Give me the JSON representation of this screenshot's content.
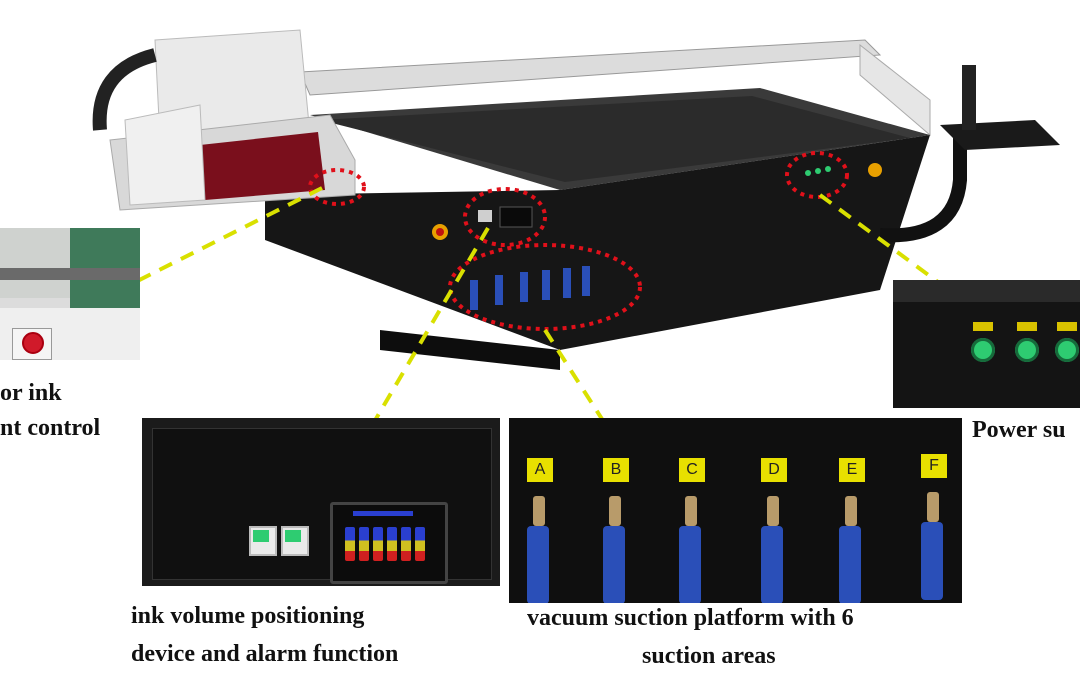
{
  "captions": {
    "left_line1": "or ink",
    "left_line2": "nt control",
    "power": "Power su",
    "ink_line1": "ink volume positioning",
    "ink_line2": "device and alarm function",
    "vacuum_line1": "vacuum suction platform with 6",
    "vacuum_line2": "suction areas"
  },
  "valves": [
    "A",
    "B",
    "C",
    "D",
    "E",
    "F"
  ],
  "colors": {
    "callout_dash": "#d9e000",
    "highlight_ring": "#e0101a",
    "printer_body": "#1a1a1a",
    "valve_handle": "#2a4fb8",
    "button_green": "#2ecc71"
  }
}
